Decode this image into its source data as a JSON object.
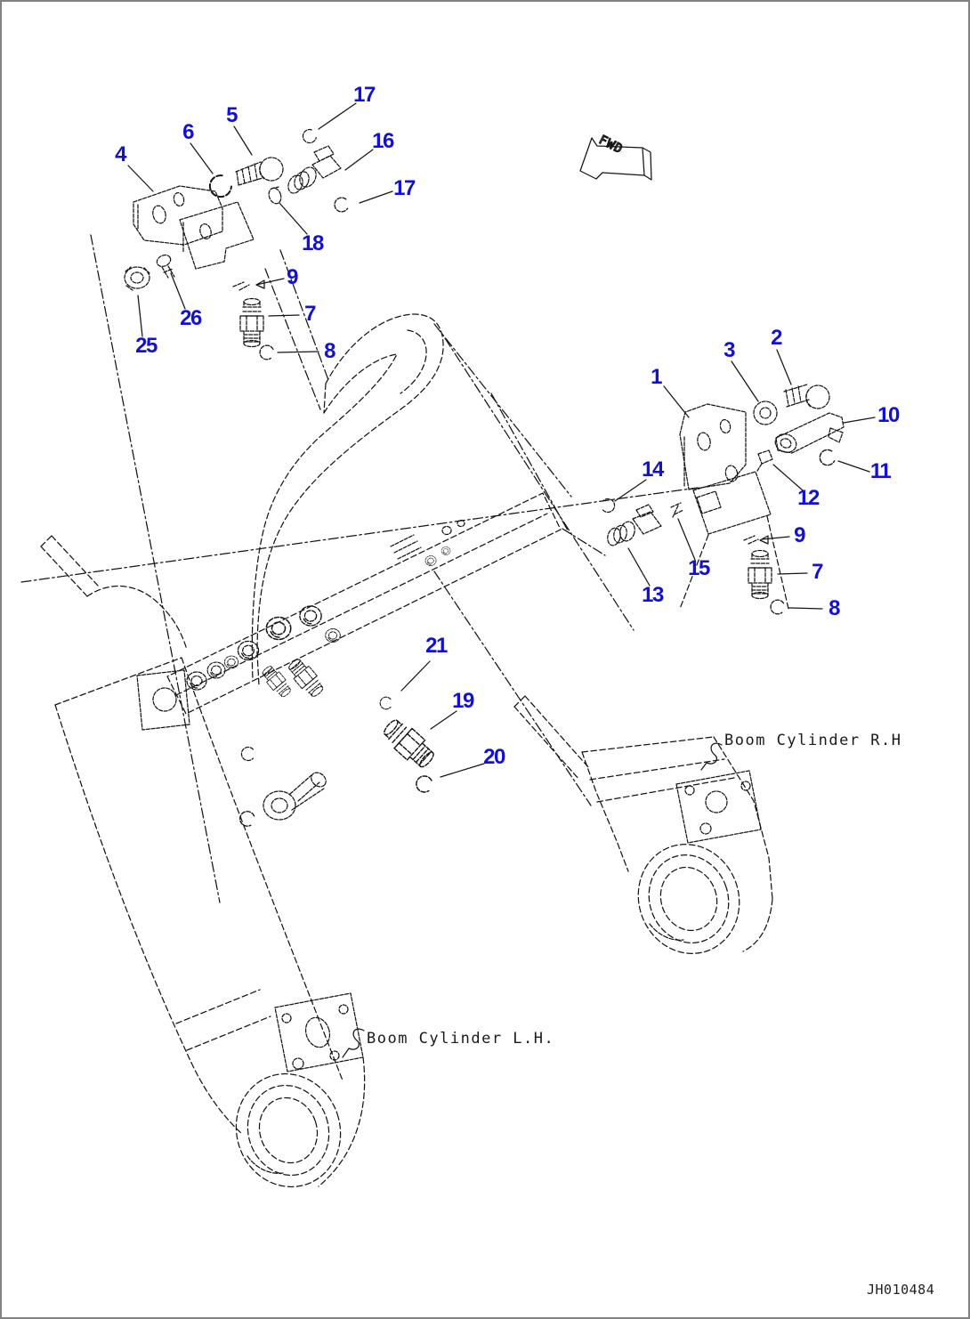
{
  "page": {
    "type": "parts-catalog-exploded-diagram",
    "fwd_label": "FWD",
    "drawing_number": "JH010484"
  },
  "labels": {
    "boom_cylinder_rh": "Boom Cylinder R.H",
    "boom_cylinder_lh": "Boom Cylinder L.H."
  },
  "colors": {
    "callout_blue": "#1010d8",
    "line_black": "#151515",
    "border_gray": "#828282",
    "background": "#ffffff"
  },
  "callouts": [
    {
      "label": "17"
    },
    {
      "label": "5"
    },
    {
      "label": "6"
    },
    {
      "label": "16"
    },
    {
      "label": "4"
    },
    {
      "label": "17"
    },
    {
      "label": "18"
    },
    {
      "label": "9"
    },
    {
      "label": "7"
    },
    {
      "label": "26"
    },
    {
      "label": "25"
    },
    {
      "label": "8"
    },
    {
      "label": "1"
    },
    {
      "label": "3"
    },
    {
      "label": "2"
    },
    {
      "label": "10"
    },
    {
      "label": "11"
    },
    {
      "label": "12"
    },
    {
      "label": "14"
    },
    {
      "label": "9"
    },
    {
      "label": "15"
    },
    {
      "label": "7"
    },
    {
      "label": "13"
    },
    {
      "label": "8"
    },
    {
      "label": "21"
    },
    {
      "label": "19"
    },
    {
      "label": "20"
    }
  ]
}
